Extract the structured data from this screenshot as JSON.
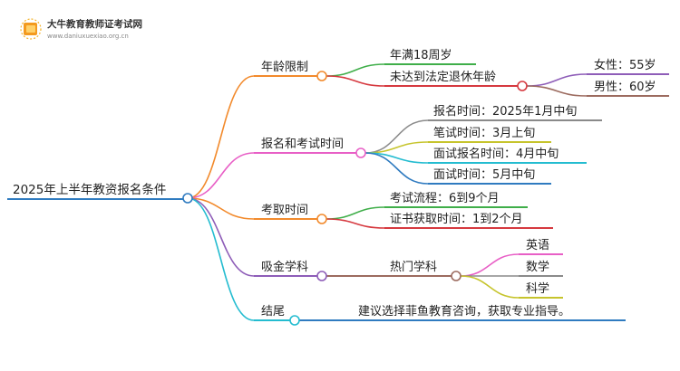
{
  "logo": {
    "title": "大牛教育教师证考试网",
    "url": "www.daniuxuexiao.org.cn"
  },
  "root": {
    "label": "2025年上半年教资报名条件"
  },
  "branches": [
    {
      "label": "年龄限制",
      "color": "#F28A2C",
      "children": [
        {
          "label": "年满18周岁",
          "color": "#3FAE49"
        },
        {
          "label": "未达到法定退休年龄",
          "color": "#D6393F",
          "children": [
            {
              "label": "女性：55岁",
              "color": "#8E5DB8"
            },
            {
              "label": "男性：60岁",
              "color": "#9C6B5F"
            }
          ]
        }
      ]
    },
    {
      "label": "报名和考试时间",
      "color": "#E85FC6",
      "children": [
        {
          "label": "报名时间：2025年1月中旬",
          "color": "#8A8A8A"
        },
        {
          "label": "笔试时间：3月上旬",
          "color": "#C6C42C"
        },
        {
          "label": "面试报名时间：4月中旬",
          "color": "#24BCD0"
        },
        {
          "label": "面试时间：5月中旬",
          "color": "#2F7BC0"
        }
      ]
    },
    {
      "label": "考取时间",
      "color": "#F28A2C",
      "children": [
        {
          "label": "考试流程：6到9个月",
          "color": "#3FAE49"
        },
        {
          "label": "证书获取时间：1到2个月",
          "color": "#D6393F"
        }
      ]
    },
    {
      "label": "吸金学科",
      "color": "#8E5DB8",
      "children": [
        {
          "label": "热门学科",
          "color": "#9C6B5F",
          "children": [
            {
              "label": "英语",
              "color": "#E85FC6"
            },
            {
              "label": "数学",
              "color": "#8A8A8A"
            },
            {
              "label": "科学",
              "color": "#C6C42C"
            }
          ]
        }
      ]
    },
    {
      "label": "结尾",
      "color": "#24BCD0",
      "children": [
        {
          "label": "建议选择菲鱼教育咨询，获取专业指导。",
          "color": "#2F7BC0"
        }
      ]
    }
  ],
  "colors": {
    "root": "#2F7BC0",
    "background": "#ffffff"
  }
}
